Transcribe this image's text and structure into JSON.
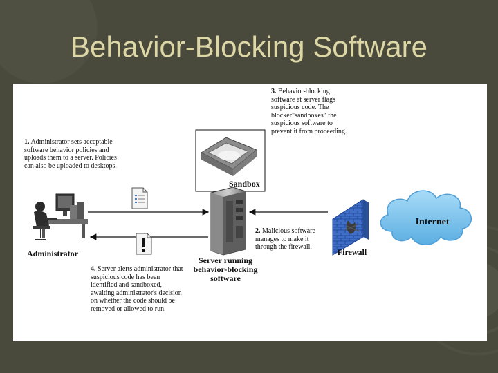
{
  "slide": {
    "title": "Behavior-Blocking Software"
  },
  "diagram": {
    "labels": {
      "administrator": "Administrator",
      "server": "Server running behavior-blocking software",
      "sandbox": "Sandbox",
      "firewall": "Firewall",
      "internet": "Internet"
    },
    "steps": [
      {
        "num": "1.",
        "text": "Administrator sets acceptable software behavior policies and uploads them to a server. Policies can also be uploaded to desktops."
      },
      {
        "num": "2.",
        "text": "Malicious software manages to make it through the firewall."
      },
      {
        "num": "3.",
        "text": "Behavior-blocking software at server flags suspicious code. The blocker\"sandboxes\" the suspicious software to prevent it from proceeding."
      },
      {
        "num": "4.",
        "text": "Server alerts administrator that suspicious code has been identified and sandboxed, awaiting administrator's decision on whether the code should be removed or allowed to run."
      }
    ],
    "icons": [
      "administrator-workstation-icon",
      "server-icon",
      "sandbox-icon",
      "firewall-icon",
      "internet-cloud-icon",
      "policy-document-icon",
      "alert-document-icon"
    ],
    "colors": {
      "cloud": "#7ec3ec",
      "firewall": "#3f6fc9",
      "text": "#111111"
    }
  }
}
